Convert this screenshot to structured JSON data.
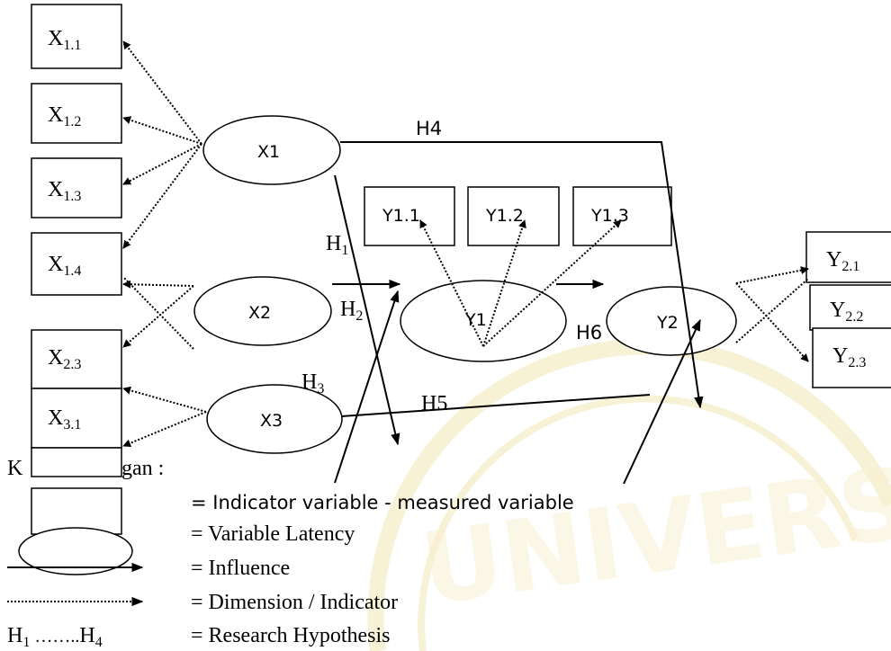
{
  "indicators": {
    "x11": "X",
    "x11_sub": "1.1",
    "x12": "X",
    "x12_sub": "1.2",
    "x13": "X",
    "x13_sub": "1.3",
    "x14": "X",
    "x14_sub": "1.4",
    "x23": "X",
    "x23_sub": "2.3",
    "x31": "X",
    "x31_sub": "3.1",
    "y11": "Y1.1",
    "y12": "Y1.2",
    "y13": "Y1.3",
    "y21": "Y",
    "y21_sub": "2.1",
    "y22": "Y",
    "y22_sub": "2.2",
    "y23": "Y",
    "y23_sub": "2.3"
  },
  "latents": {
    "x1": "X1",
    "x2": "X2",
    "x3": "X3",
    "y1": "Y1",
    "y2": "Y2"
  },
  "hypotheses": {
    "h1": "H",
    "h1_sub": "1",
    "h2": "H",
    "h2_sub": "2",
    "h3": "H",
    "h3_sub": "3",
    "h4": "H4",
    "h5": "H5",
    "h6": "H6"
  },
  "legend": {
    "title_start": "K",
    "title_end": "gan :",
    "indicator": "= Indicator variable - measured variable",
    "latent": "= Variable Latency",
    "influence": "= Influence",
    "dimension": "= Dimension / Indicator",
    "hyp_range_a": "H",
    "hyp_range_a_sub": "1",
    "hyp_range_dots": " ……..",
    "hyp_range_b": "H",
    "hyp_range_b_sub": "4",
    "hypothesis": "= Research Hypothesis"
  },
  "watermark": "UNIVERSITAS",
  "colors": {
    "line": "#000000",
    "watermark": "#f1e4ad"
  }
}
